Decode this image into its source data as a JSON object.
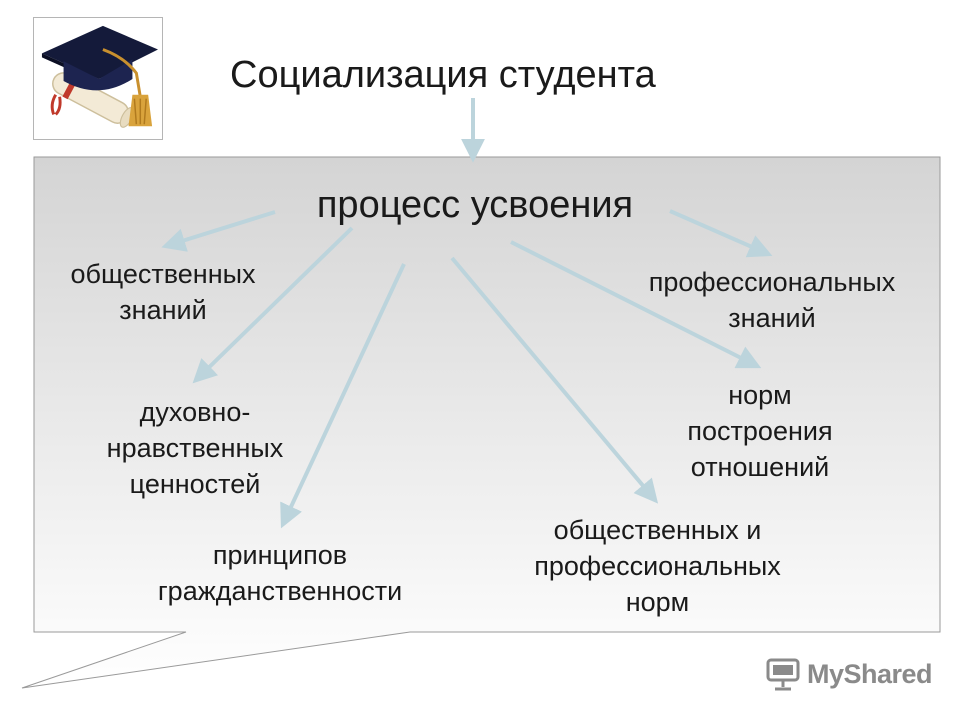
{
  "title": "Социализация студента",
  "logo_icon": "graduation-cap-diploma-icon",
  "diagram": {
    "center": "процесс усвоения",
    "branches": [
      {
        "id": "social-knowledge",
        "lines": [
          "общественных",
          "знаний"
        ]
      },
      {
        "id": "professional-knowledge",
        "lines": [
          "профессиональных",
          "знаний"
        ]
      },
      {
        "id": "spiritual-values",
        "lines": [
          "духовно-",
          "нравственных",
          "ценностей"
        ]
      },
      {
        "id": "relationship-norms",
        "lines": [
          "норм",
          "построения",
          "отношений"
        ]
      },
      {
        "id": "citizenship-principles",
        "lines": [
          "принципов",
          "гражданственности"
        ]
      },
      {
        "id": "social-professional-norms",
        "lines": [
          "общественных и",
          "профессиональных",
          "норм"
        ]
      }
    ]
  },
  "colors": {
    "arrow": "#bcd4dc",
    "panel_top": "#d4d4d4",
    "panel_bottom": "#ffffff",
    "watermark": "#8a8a8a"
  },
  "watermark": "MyShared"
}
